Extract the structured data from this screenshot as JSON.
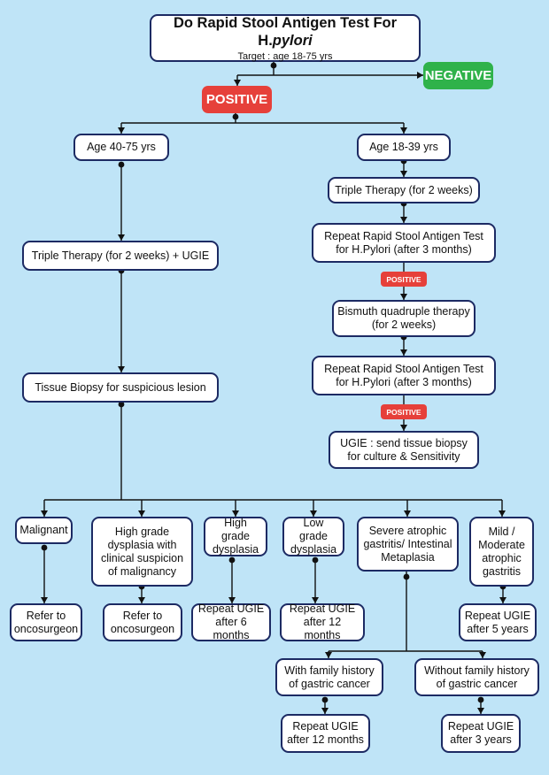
{
  "colors": {
    "background": "#bfe4f7",
    "border": "#1c2a63",
    "positive": "#e6403a",
    "negative": "#2fb24a"
  },
  "header": {
    "title_prefix": "Do Rapid Stool Antigen Test For H.",
    "title_italic": "pylori",
    "target": "Target : age 18-75 yrs"
  },
  "badges": {
    "negative": "NEGATIVE",
    "positive": "POSITIVE",
    "positive_small_1": "POSITIVE",
    "positive_small_2": "POSITIVE"
  },
  "left": {
    "age": "Age 40-75 yrs",
    "therapy": "Triple Therapy (for 2 weeks) + UGIE",
    "biopsy": "Tissue Biopsy for suspicious lesion"
  },
  "right": {
    "age": "Age 18-39 yrs",
    "triple": "Triple Therapy (for 2 weeks)",
    "repeat1": [
      "Repeat Rapid Stool Antigen Test",
      "for H.Pylori (after 3 months)"
    ],
    "bismuth": [
      "Bismuth quadruple therapy",
      "(for 2 weeks)"
    ],
    "repeat2": [
      "Repeat Rapid Stool Antigen Test",
      "for H.Pylori (after 3 months)"
    ],
    "ugie": [
      "UGIE : send tissue biopsy",
      "for culture & Sensitivity"
    ]
  },
  "findings": [
    {
      "label": [
        "Malignant"
      ],
      "action": [
        "Refer to",
        "oncosurgeon"
      ]
    },
    {
      "label": [
        "High grade",
        "dysplasia with",
        "clinical suspicion",
        "of malignancy"
      ],
      "action": [
        "Refer to",
        "oncosurgeon"
      ]
    },
    {
      "label": [
        "High grade",
        "dysplasia"
      ],
      "action": [
        "Repeat UGIE",
        "after 6 months"
      ]
    },
    {
      "label": [
        "Low grade",
        "dysplasia"
      ],
      "action": [
        "Repeat UGIE",
        "after 12 months"
      ]
    },
    {
      "label": [
        "Severe atrophic",
        "gastritis/ Intestinal",
        "Metaplasia"
      ]
    },
    {
      "label": [
        "Mild /",
        "Moderate",
        "atrophic",
        "gastritis"
      ],
      "action": [
        "Repeat UGIE",
        "after 5 years"
      ]
    }
  ],
  "family": [
    {
      "label": [
        "With family history",
        "of gastric cancer"
      ],
      "action": [
        "Repeat UGIE",
        "after 12 months"
      ]
    },
    {
      "label": [
        "Without family history",
        "of gastric cancer"
      ],
      "action": [
        "Repeat UGIE",
        "after 3 years"
      ]
    }
  ]
}
